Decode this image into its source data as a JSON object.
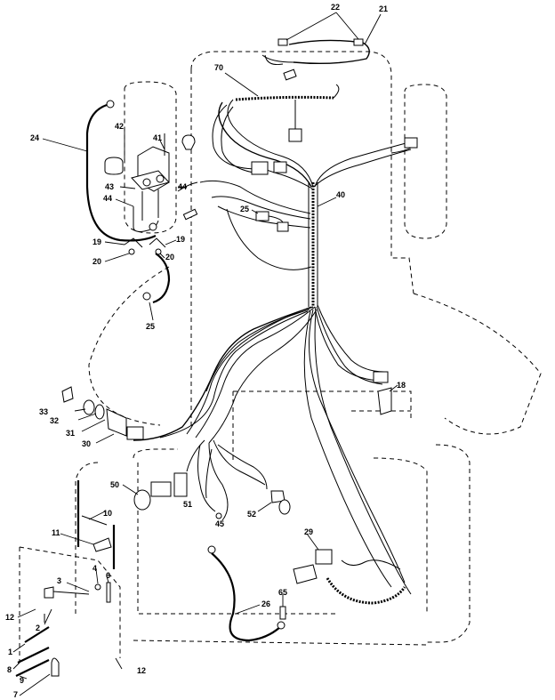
{
  "diagram": {
    "callouts": [
      {
        "id": "label-22",
        "text": "22"
      },
      {
        "id": "label-21",
        "text": "21"
      },
      {
        "id": "label-70",
        "text": "70"
      },
      {
        "id": "label-42",
        "text": "42"
      },
      {
        "id": "label-41",
        "text": "41"
      },
      {
        "id": "label-24",
        "text": "24"
      },
      {
        "id": "label-43",
        "text": "43"
      },
      {
        "id": "label-44-left",
        "text": "44"
      },
      {
        "id": "label-44-right",
        "text": "44"
      },
      {
        "id": "label-40",
        "text": "40"
      },
      {
        "id": "label-25-top",
        "text": "25"
      },
      {
        "id": "label-19-left",
        "text": "19"
      },
      {
        "id": "label-19-right",
        "text": "19"
      },
      {
        "id": "label-20-left",
        "text": "20"
      },
      {
        "id": "label-20-right",
        "text": "20"
      },
      {
        "id": "label-25-mid",
        "text": "25"
      },
      {
        "id": "label-18",
        "text": "18"
      },
      {
        "id": "label-33",
        "text": "33"
      },
      {
        "id": "label-32",
        "text": "32"
      },
      {
        "id": "label-31",
        "text": "31"
      },
      {
        "id": "label-30",
        "text": "30"
      },
      {
        "id": "label-50",
        "text": "50"
      },
      {
        "id": "label-51",
        "text": "51"
      },
      {
        "id": "label-45",
        "text": "45"
      },
      {
        "id": "label-52",
        "text": "52"
      },
      {
        "id": "label-10",
        "text": "10"
      },
      {
        "id": "label-11",
        "text": "11"
      },
      {
        "id": "label-29",
        "text": "29"
      },
      {
        "id": "label-4",
        "text": "4"
      },
      {
        "id": "label-6",
        "text": "6"
      },
      {
        "id": "label-3",
        "text": "3"
      },
      {
        "id": "label-65",
        "text": "65"
      },
      {
        "id": "label-26",
        "text": "26"
      },
      {
        "id": "label-12-left",
        "text": "12"
      },
      {
        "id": "label-2",
        "text": "2"
      },
      {
        "id": "label-1",
        "text": "1"
      },
      {
        "id": "label-8",
        "text": "8"
      },
      {
        "id": "label-9",
        "text": "9"
      },
      {
        "id": "label-7",
        "text": "7"
      },
      {
        "id": "label-12-right",
        "text": "12"
      }
    ]
  }
}
